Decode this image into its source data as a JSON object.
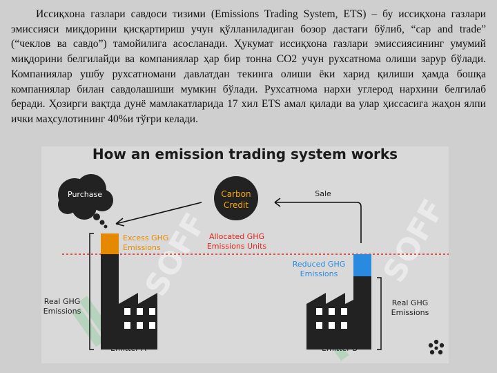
{
  "paragraph": "Иссиқхона газлари савдоси тизими (Emissions Trading System, ETS) – бу иссиқхона газлари эмиссияси миқдорини қисқартириш учун қўлланиладиган бозор дастаги бўлиб, “cap and trade” (“чеклов ва савдо”) тамойилига асосланади. Ҳукумат иссиқхона газлари эмиссиясининг умумий миқдорини белгилайди ва компаниялар ҳар бир тонна CO2 учун рухсатнома олиши зарур бўлади. Компаниялар ушбу рухсатномани давлатдан текинга олиши ёки харид қилиши ҳамда бошқа компаниялар билан савдолашиши мумкин бўлади. Рухсатнома нархи углерод нархини белгилаб беради. Ҳозирги вақтда дунё мамлакатларида 17 хил ETS амал қилади ва улар ҳиссасига жаҳон ялпи ички маҳсулотининг 40%и тўғри келади.",
  "figure": {
    "title": "How an emission trading system works",
    "purchase": "Purchase",
    "carbon_credit": [
      "Carbon",
      "Credit"
    ],
    "sale": "Sale",
    "excess": [
      "Excess GHG",
      "Emissions"
    ],
    "allocated": [
      "Allocated GHG",
      "Emissions Units"
    ],
    "reduced": [
      "Reduced GHG",
      "Emissions"
    ],
    "real_left": [
      "Real GHG",
      "Emissions"
    ],
    "real_right": [
      "Real GHG",
      "Emissions"
    ],
    "emitter_a": "Emitter A",
    "emitter_b": "Emitter B",
    "watermark": "SOFF",
    "colors": {
      "excess": "#e58a00",
      "reduced": "#2a8ae0",
      "allocated": "#e0261b",
      "dark": "#222222",
      "watermark_green": "#4cc36a"
    }
  }
}
